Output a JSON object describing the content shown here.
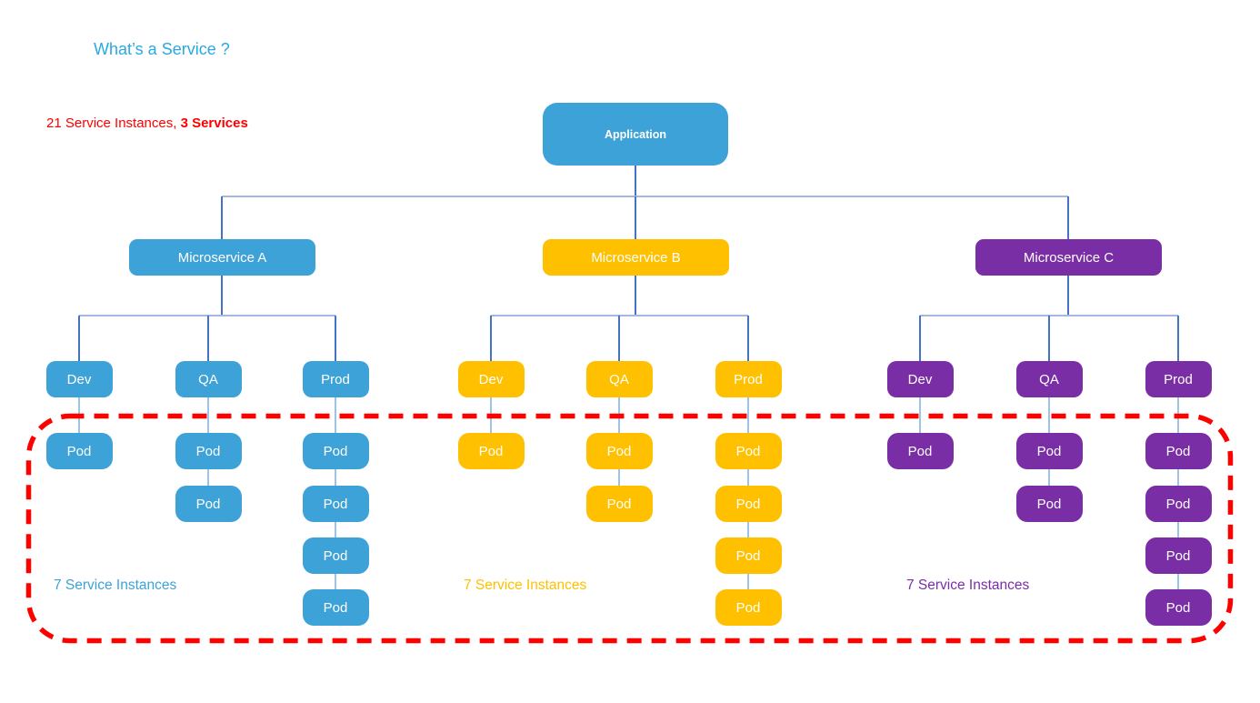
{
  "title": "What’s a Service ?",
  "summary": {
    "prefix": "21 Service Instances, ",
    "bold": "3 Services"
  },
  "root": {
    "label": "Application"
  },
  "colors": {
    "title_blue": "#29A9E1",
    "summary_red": "#FF0000",
    "boundary_red": "#FF0000",
    "service_blue": "#3DA2D7",
    "service_gold": "#FFC000",
    "service_purple": "#7A2EA5"
  },
  "services": [
    {
      "name": "Microservice A",
      "color_key": "service_blue",
      "instances_label": "7 Service Instances",
      "environments": [
        {
          "label": "Dev",
          "pods": [
            "Pod"
          ]
        },
        {
          "label": "QA",
          "pods": [
            "Pod",
            "Pod"
          ]
        },
        {
          "label": "Prod",
          "pods": [
            "Pod",
            "Pod",
            "Pod",
            "Pod"
          ]
        }
      ]
    },
    {
      "name": "Microservice B",
      "color_key": "service_gold",
      "instances_label": "7 Service Instances",
      "environments": [
        {
          "label": "Dev",
          "pods": [
            "Pod"
          ]
        },
        {
          "label": "QA",
          "pods": [
            "Pod",
            "Pod"
          ]
        },
        {
          "label": "Prod",
          "pods": [
            "Pod",
            "Pod",
            "Pod",
            "Pod"
          ]
        }
      ]
    },
    {
      "name": "Microservice C",
      "color_key": "service_purple",
      "instances_label": "7 Service Instances",
      "environments": [
        {
          "label": "Dev",
          "pods": [
            "Pod"
          ]
        },
        {
          "label": "QA",
          "pods": [
            "Pod",
            "Pod"
          ]
        },
        {
          "label": "Prod",
          "pods": [
            "Pod",
            "Pod",
            "Pod",
            "Pod"
          ]
        }
      ]
    }
  ]
}
